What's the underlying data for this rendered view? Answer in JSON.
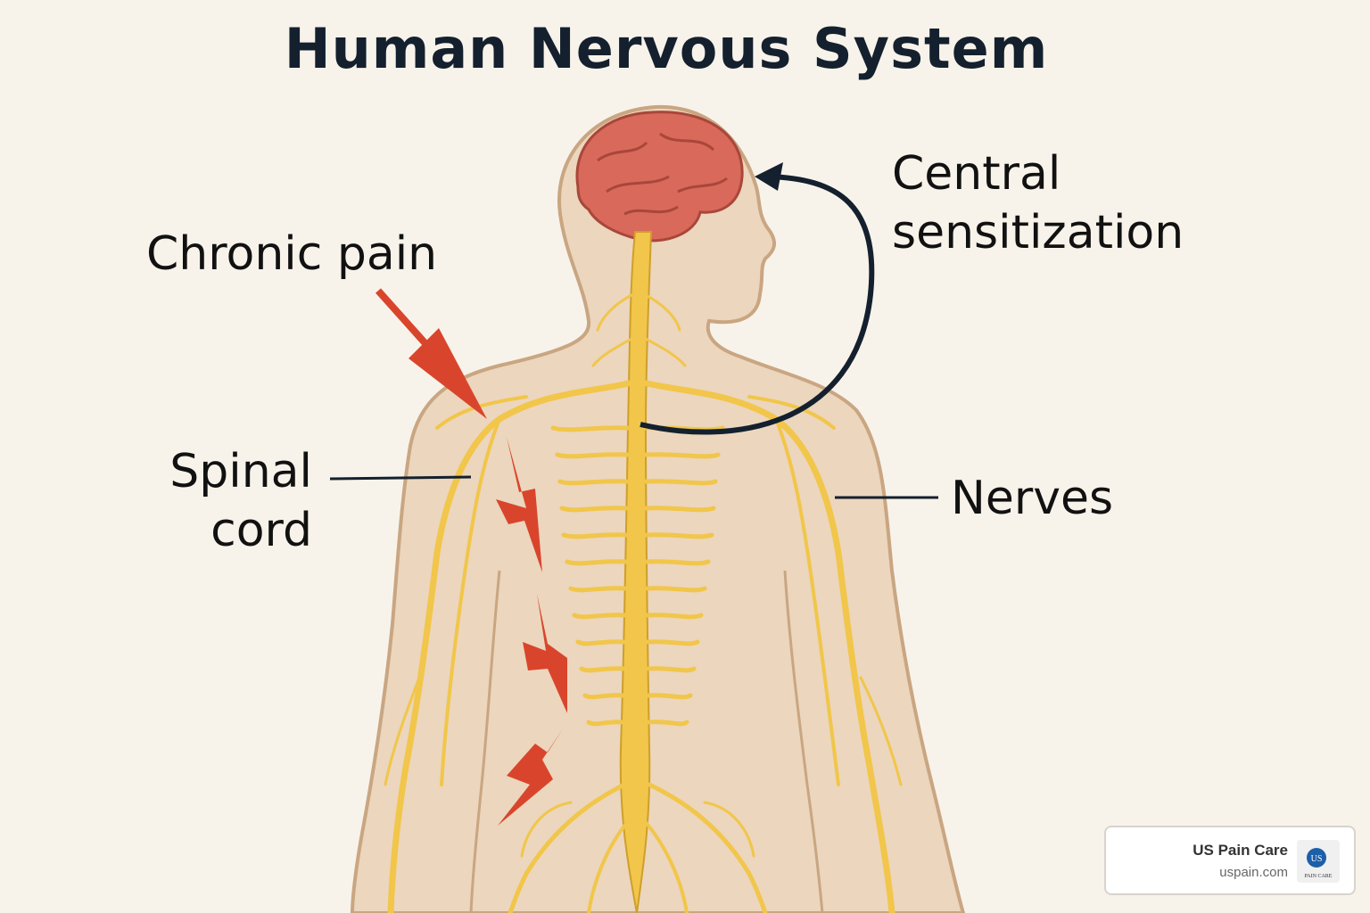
{
  "title": "Human Nervous System",
  "labels": {
    "chronic_pain": "Chronic pain",
    "central_sensitization_line1": "Central",
    "central_sensitization_line2": "sensitization",
    "spinal_cord_line1": "Spinal",
    "spinal_cord_line2": "cord",
    "nerves": "Nerves"
  },
  "brand": {
    "name": "US Pain Care",
    "url": "uspain.com",
    "logo_letters": "US",
    "logo_caption": "PAIN CARE"
  },
  "colors": {
    "background": "#f8f3ea",
    "skin": "#ecd6bd",
    "skin_outline": "#c9a682",
    "brain": "#d9695a",
    "nerve": "#f1c64a",
    "pain": "#d9452c",
    "arrow": "#14202e"
  }
}
